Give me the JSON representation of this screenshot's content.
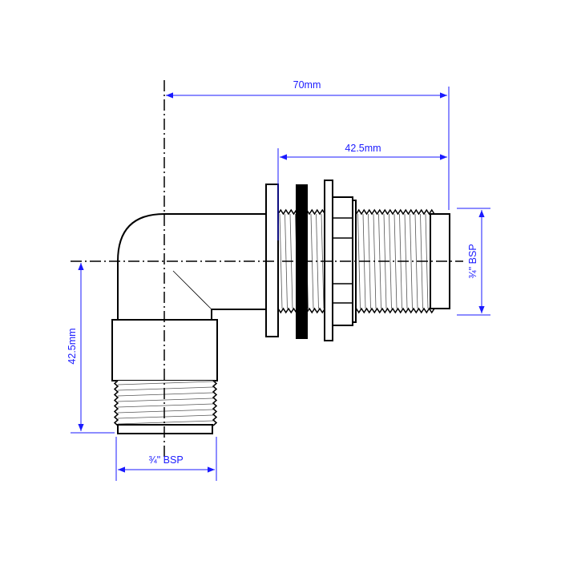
{
  "drawing": {
    "dimensions": {
      "overall_length": "70mm",
      "thread_length": "42.5mm",
      "drop_height": "42.5mm",
      "right_thread_size": "¾\" BSP",
      "bottom_thread_size": "¾\" BSP"
    },
    "colors": {
      "dimension": "#1a1aff",
      "outline": "#000000"
    }
  }
}
